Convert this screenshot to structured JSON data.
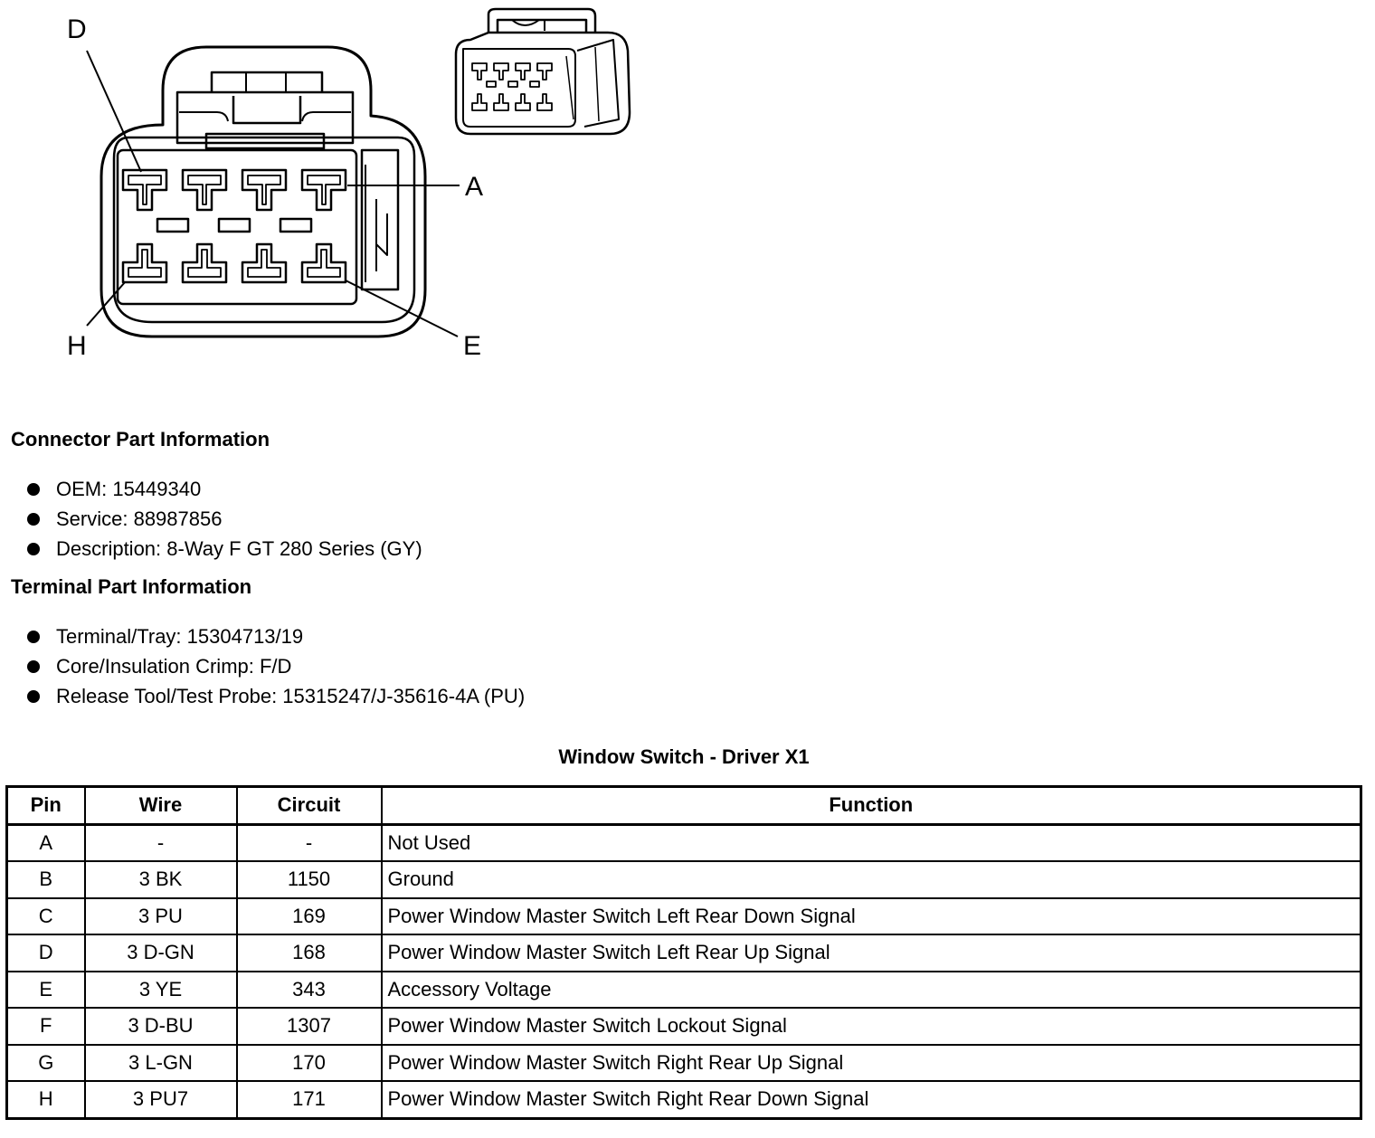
{
  "diagram": {
    "callouts": {
      "d": "D",
      "a": "A",
      "h": "H",
      "e": "E"
    }
  },
  "connector_part_info": {
    "title": "Connector Part Information",
    "items": [
      "OEM: 15449340",
      "Service: 88987856",
      "Description: 8-Way F GT 280 Series (GY)"
    ]
  },
  "terminal_part_info": {
    "title": "Terminal Part Information",
    "items": [
      "Terminal/Tray: 15304713/19",
      "Core/Insulation Crimp: F/D",
      "Release Tool/Test Probe: 15315247/J-35616-4A (PU)"
    ]
  },
  "table": {
    "title": "Window Switch - Driver X1",
    "headers": [
      "Pin",
      "Wire",
      "Circuit",
      "Function"
    ],
    "rows": [
      [
        "A",
        "-",
        "-",
        "Not Used"
      ],
      [
        "B",
        "3 BK",
        "1150",
        "Ground"
      ],
      [
        "C",
        "3 PU",
        "169",
        "Power Window Master Switch Left Rear Down Signal"
      ],
      [
        "D",
        "3 D-GN",
        "168",
        "Power Window Master Switch Left Rear Up Signal"
      ],
      [
        "E",
        "3 YE",
        "343",
        "Accessory Voltage"
      ],
      [
        "F",
        "3 D-BU",
        "1307",
        "Power Window Master Switch Lockout Signal"
      ],
      [
        "G",
        "3 L-GN",
        "170",
        "Power Window Master Switch Right Rear Up Signal"
      ],
      [
        "H",
        "3 PU7",
        "171",
        "Power Window Master Switch Right Rear Down Signal"
      ]
    ]
  }
}
